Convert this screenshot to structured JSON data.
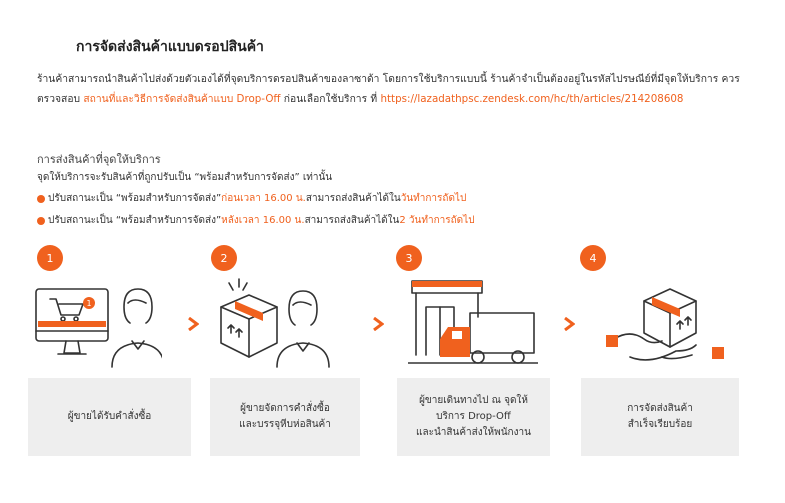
{
  "title": "การจัดส่งสินค้าแบบดรอปสินค้า",
  "para": {
    "text1": "ร้านค้าสามารถนำสินค้าไปส่งด้วยตัวเองได้ที่จุดบริการดรอปสินค้าของลาซาด้า โดยการใช้บริการแบบนี้ ร้านค้าจำเป็นต้องอยู่ในรหัสไปรษณีย์ที่มีจุดให้บริการ ควรตรวจสอบ ",
    "link_text": "สถานที่และวิธีการจัดส่งสินค้าแบบ Drop-Off",
    "text2": " ก่อนเลือกใช้บริการ ที่ ",
    "url": "https://lazadathpsc.zendesk.com/hc/th/articles/214208608"
  },
  "subheading": "การส่งสินค้าที่จุดให้บริการ",
  "line2": "จุดให้บริการจะรับสินค้าที่ถูกปรับเป็น “พร้อมสำหรับการจัดส่ง” เท่านั้น",
  "bullets": [
    {
      "a": "ปรับสถานะเป็น “พร้อมสำหรับการจัดส่ง” ",
      "b": "ก่อนเวลา 16.00 น.",
      "c": " สามารถส่งสินค้าได้ใน",
      "d": "วันทำการถัดไป"
    },
    {
      "a": "ปรับสถานะเป็น “พร้อมสำหรับการจัดส่ง” ",
      "b": "หลังเวลา 16.00 น.",
      "c": " สามารถส่งสินค้าได้ใน ",
      "d": "2 วันทำการถัดไป"
    }
  ],
  "steps": [
    {
      "num": "1",
      "label": "ผู้ขายได้รับคำสั่งซื้อ"
    },
    {
      "num": "2",
      "label": "ผู้ขายจัดการคำสั่งซื้อ\nและบรรจุหีบห่อสินค้า"
    },
    {
      "num": "3",
      "label": "ผู้ขายเดินทางไป ณ จุดให้\nบริการ Drop-Off\nและนำสินค้าส่งให้พนักงาน"
    },
    {
      "num": "4",
      "label": "การจัดส่งสินค้า\nสำเร็จเรียบร้อย"
    }
  ],
  "colors": {
    "accent": "#f0611e",
    "box_bg": "#eeeeee"
  }
}
